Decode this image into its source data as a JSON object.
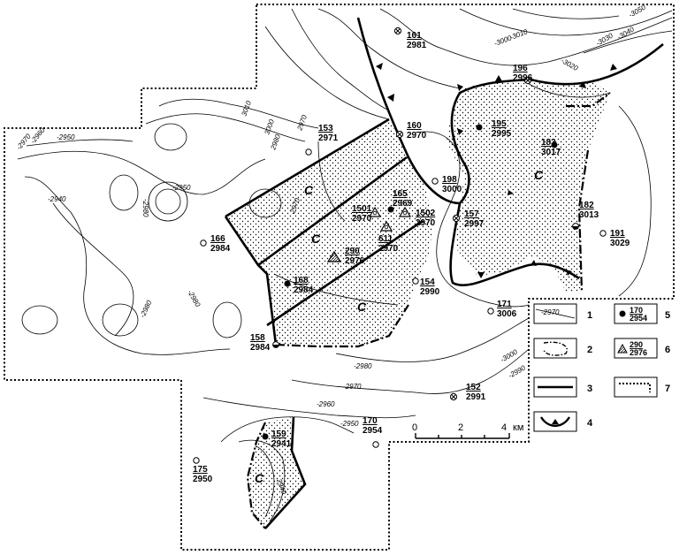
{
  "map": {
    "contour_labels": [
      "-2970",
      "-2960",
      "-2950",
      "-2940",
      "-2980",
      "-3010",
      "-3000",
      "-3020",
      "-3030",
      "-3040",
      "-3050",
      "-2990",
      "3010",
      "3000",
      "2980",
      "2970",
      "2940"
    ],
    "domain_label": "C"
  },
  "wells": [
    {
      "id": "161",
      "value": "2981",
      "type": "cross"
    },
    {
      "id": "196",
      "value": "2996",
      "type": "cross"
    },
    {
      "id": "160",
      "value": "2970",
      "type": "cross"
    },
    {
      "id": "195",
      "value": "2995",
      "type": "filled"
    },
    {
      "id": "183",
      "value": "3017",
      "type": "filled"
    },
    {
      "id": "153",
      "value": "2971",
      "type": "open"
    },
    {
      "id": "198",
      "value": "3000",
      "type": "open"
    },
    {
      "id": "165",
      "value": "2969",
      "type": "filled"
    },
    {
      "id": "1501",
      "value": "2970",
      "type": "triangle"
    },
    {
      "id": "1502",
      "value": "2970",
      "type": "triangle"
    },
    {
      "id": "611",
      "value": "2970",
      "type": "triangle"
    },
    {
      "id": "157",
      "value": "2997",
      "type": "cross"
    },
    {
      "id": "182",
      "value": "3013",
      "type": "half"
    },
    {
      "id": "191",
      "value": "3029",
      "type": "open"
    },
    {
      "id": "166",
      "value": "2984",
      "type": "open"
    },
    {
      "id": "290",
      "value": "2976",
      "type": "hatched-triangle"
    },
    {
      "id": "168",
      "value": "2984",
      "type": "filled"
    },
    {
      "id": "154",
      "value": "2990",
      "type": "open"
    },
    {
      "id": "171",
      "value": "3006",
      "type": "open"
    },
    {
      "id": "158",
      "value": "2984",
      "type": "half"
    },
    {
      "id": "152",
      "value": "2991",
      "type": "cross"
    },
    {
      "id": "170",
      "value": "2954",
      "type": "open"
    },
    {
      "id": "159",
      "value": "2941",
      "type": "filled"
    },
    {
      "id": "175",
      "value": "2950",
      "type": "open"
    }
  ],
  "scale": {
    "ticks": [
      "0",
      "2",
      "4"
    ],
    "unit": "км"
  },
  "legend": [
    {
      "num": "1",
      "sample": "-2970"
    },
    {
      "num": "2"
    },
    {
      "num": "3"
    },
    {
      "num": "4"
    },
    {
      "num": "5",
      "top": "170",
      "bottom": "2954"
    },
    {
      "num": "6",
      "top": "290",
      "bottom": "2976"
    },
    {
      "num": "7"
    }
  ]
}
